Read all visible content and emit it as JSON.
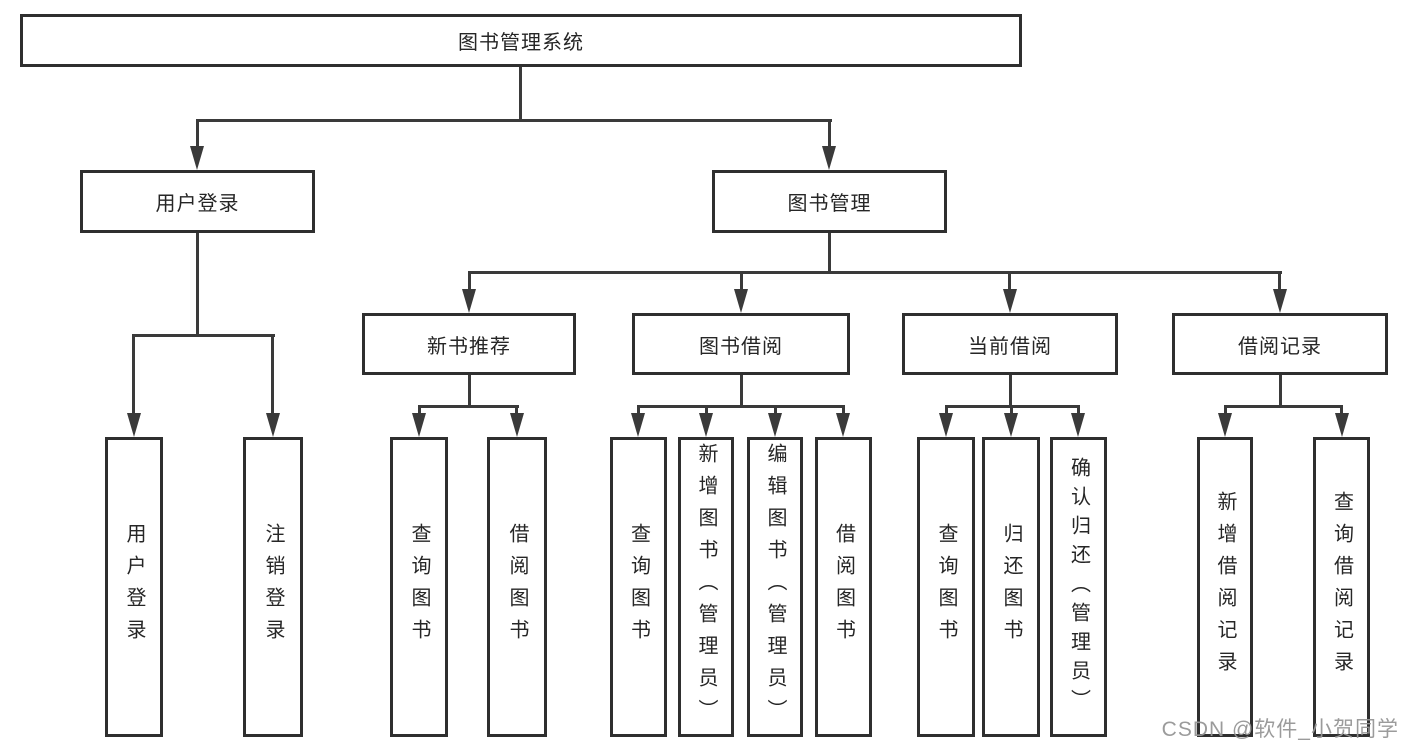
{
  "diagram": {
    "root": {
      "label": "图书管理系统"
    },
    "level2": [
      {
        "label": "用户登录",
        "leaves": [
          {
            "label": "用户登录"
          },
          {
            "label": "注销登录"
          }
        ]
      },
      {
        "label": "图书管理",
        "groups": [
          {
            "label": "新书推荐",
            "leaves": [
              {
                "label": "查询图书"
              },
              {
                "label": "借阅图书"
              }
            ]
          },
          {
            "label": "图书借阅",
            "leaves": [
              {
                "label": "查询图书"
              },
              {
                "label": "新增图书（管理员）"
              },
              {
                "label": "编辑图书（管理员）"
              },
              {
                "label": "借阅图书"
              }
            ]
          },
          {
            "label": "当前借阅",
            "leaves": [
              {
                "label": "查询图书"
              },
              {
                "label": "归还图书"
              },
              {
                "label": "确认归还（管理员）"
              }
            ]
          },
          {
            "label": "借阅记录",
            "leaves": [
              {
                "label": "新增借阅记录"
              },
              {
                "label": "查询借阅记录"
              }
            ]
          }
        ]
      }
    ]
  },
  "watermark": {
    "text": "CSDN @软件_小贺同学"
  },
  "colors": {
    "line": "#3a3a3a",
    "box_border": "#2f2f2f",
    "box_fill": "#ffffff",
    "text": "#262626",
    "watermark": "#969696",
    "background": "#ffffff"
  }
}
